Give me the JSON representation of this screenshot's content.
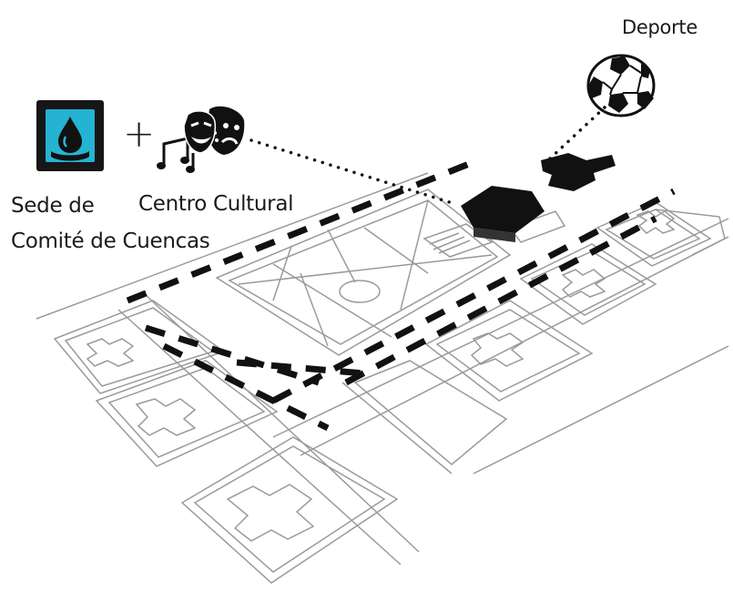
{
  "labels": {
    "sede_line1": "Sede de",
    "sede_line2": "Comité de Cuencas",
    "centro": "Centro Cultural",
    "deporte": "Deporte",
    "plus": "+"
  },
  "icons": {
    "water": "water-drop-icon",
    "culture": "theater-masks-music-icon",
    "sport": "soccer-ball-icon"
  },
  "colors": {
    "water_bg": "#24b3d3",
    "ink": "#111111",
    "line": "#9a9a9a"
  }
}
